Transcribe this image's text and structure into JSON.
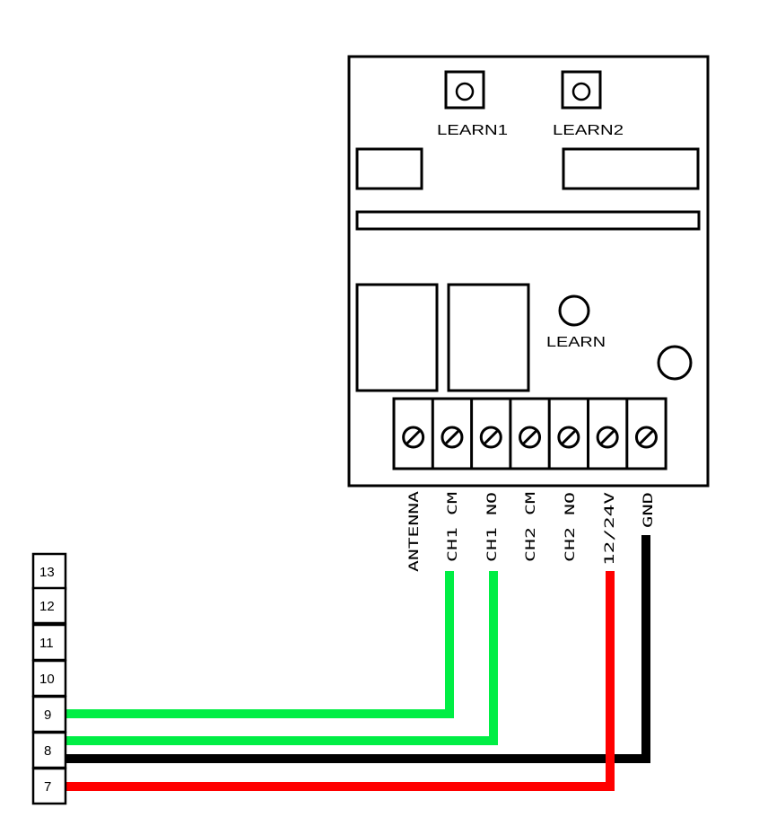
{
  "board": {
    "learn1_label": "LEARN1",
    "learn2_label": "LEARN2",
    "learn_label": "LEARN"
  },
  "terminals": [
    {
      "label": "ANTENNA"
    },
    {
      "label": "CH1 CM"
    },
    {
      "label": "CH1 NO"
    },
    {
      "label": "CH2 CM"
    },
    {
      "label": "CH2 NO"
    },
    {
      "label": "12/24V"
    },
    {
      "label": "GND"
    }
  ],
  "strip": {
    "numbers": [
      "13",
      "12",
      "11",
      "10",
      "9",
      "8",
      "7"
    ]
  },
  "wires": [
    {
      "from": "CH1 CM",
      "to": "9",
      "color": "#00ee44"
    },
    {
      "from": "CH1 NO",
      "to": "8",
      "color": "#00ee44"
    },
    {
      "from": "GND",
      "to": "8",
      "color": "#000000"
    },
    {
      "from": "12/24V",
      "to": "7",
      "color": "#ff0000"
    }
  ]
}
